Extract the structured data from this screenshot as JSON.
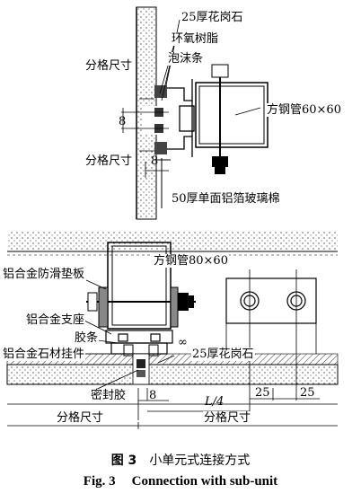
{
  "top_view": {
    "labels": {
      "granite": "25厚花岗石",
      "epoxy": "环氧树脂",
      "foam": "泡沫条",
      "grid_size_upper": "分格尺寸",
      "grid_size_lower": "分格尺寸",
      "steel_tube": "方钢管60×60",
      "glass_wool": "50厚单面铝箔玻璃棉",
      "dim_8_upper": "8",
      "dim_8_lower": "8"
    }
  },
  "bottom_view": {
    "labels": {
      "steel_tube": "方钢管80×60",
      "anti_slip_pad": "铝合金防滑垫板",
      "alu_support": "铝合金支座",
      "rubber_strip": "胶条",
      "stone_hanger": "铝合金石材挂件",
      "granite": "25厚花岗石",
      "infinity_mark": "∞",
      "sealant": "密封胶",
      "dim_8": "8",
      "dim_L4": "L/4",
      "dim_25_a": "25",
      "dim_25_b": "25",
      "grid_size_left": "分格尺寸",
      "grid_size_right": "分格尺寸"
    }
  },
  "caption": {
    "cn_number": "图 3",
    "cn_text": "小单元式连接方式",
    "en_number": "Fig. 3",
    "en_text": "Connection with sub-unit"
  }
}
